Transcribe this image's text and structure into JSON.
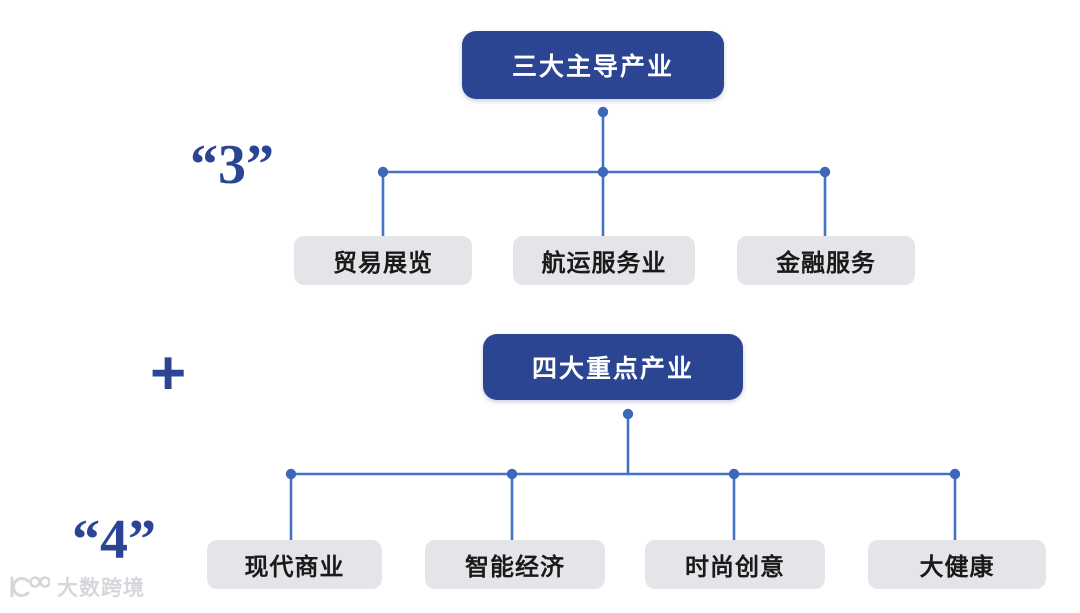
{
  "diagram": {
    "groups": [
      {
        "key": "three",
        "badge": "“3”",
        "header": "三大主导产业",
        "items": [
          {
            "label": "贸易展览"
          },
          {
            "label": "航运服务业"
          },
          {
            "label": "金融服务"
          }
        ]
      },
      {
        "key": "four",
        "badge": "“4”",
        "header": "四大重点产业",
        "items": [
          {
            "label": "现代商业"
          },
          {
            "label": "智能经济"
          },
          {
            "label": "时尚创意"
          },
          {
            "label": "大健康"
          }
        ]
      }
    ],
    "connector_plus": "+",
    "colors": {
      "header_fill": "#2B4593",
      "header_text": "#FFFFFF",
      "leaf_fill": "#E3E5E8",
      "leaf_text": "#1A1A1A",
      "connector_line": "#4472C4",
      "badge_text": "#2B4593",
      "background": "#FFFFFF"
    }
  },
  "watermark": {
    "text": "大数跨境"
  }
}
